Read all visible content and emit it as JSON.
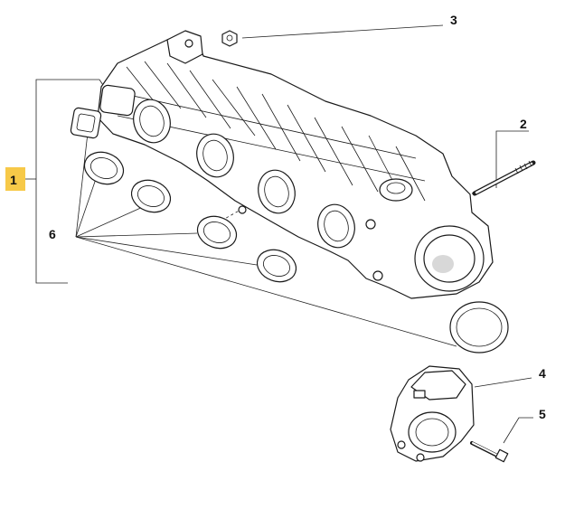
{
  "callouts": {
    "c1": "1",
    "c2": "2",
    "c3": "3",
    "c4": "4",
    "c5": "5",
    "c6": "6"
  },
  "colors": {
    "highlight": "#f7c948",
    "ink": "#1a1a1a"
  }
}
